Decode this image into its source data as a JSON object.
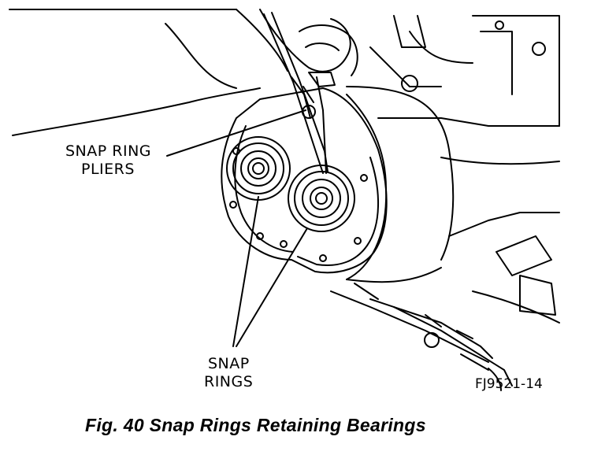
{
  "labels": {
    "pliers_line1": "SNAP RING",
    "pliers_line2": "PLIERS",
    "rings_line1": "SNAP",
    "rings_line2": "RINGS",
    "figure_id": "FJ9521-14"
  },
  "caption": "Fig. 40 Snap Rings Retaining Bearings"
}
